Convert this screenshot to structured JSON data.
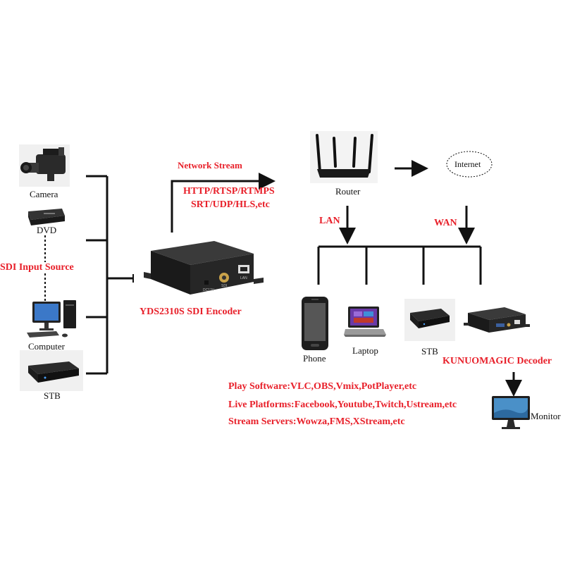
{
  "sources": {
    "camera": "Camera",
    "dvd": "DVD",
    "computer": "Computer",
    "stb": "STB",
    "input_title": "SDI Input Source"
  },
  "encoder": {
    "name": "YDS2310S SDI Encoder",
    "port_dc": "DC12V",
    "port_sdi": "SDI",
    "port_lan": "LAN"
  },
  "stream": {
    "title": "Network Stream",
    "protocols_line1": "HTTP/RTSP/RTMPS",
    "protocols_line2": "SRT/UDP/HLS,etc"
  },
  "network": {
    "router": "Router",
    "internet": "Internet",
    "lan": "LAN",
    "wan": "WAN"
  },
  "clients": {
    "phone": "Phone",
    "laptop": "Laptop",
    "stb": "STB",
    "decoder": "KUNUOMAGIC Decoder",
    "monitor": "Monitor"
  },
  "notes": {
    "play_software": "Play Software:VLC,OBS,Vmix,PotPlayer,etc",
    "live_platforms": "Live Platforms:Facebook,Youtube,Twitch,Ustream,etc",
    "stream_servers": "Stream Servers:Wowza,FMS,XStream,etc"
  },
  "colors": {
    "accent_red": "#e8202a",
    "line": "#111111",
    "device_dark": "#1c1c1c"
  }
}
